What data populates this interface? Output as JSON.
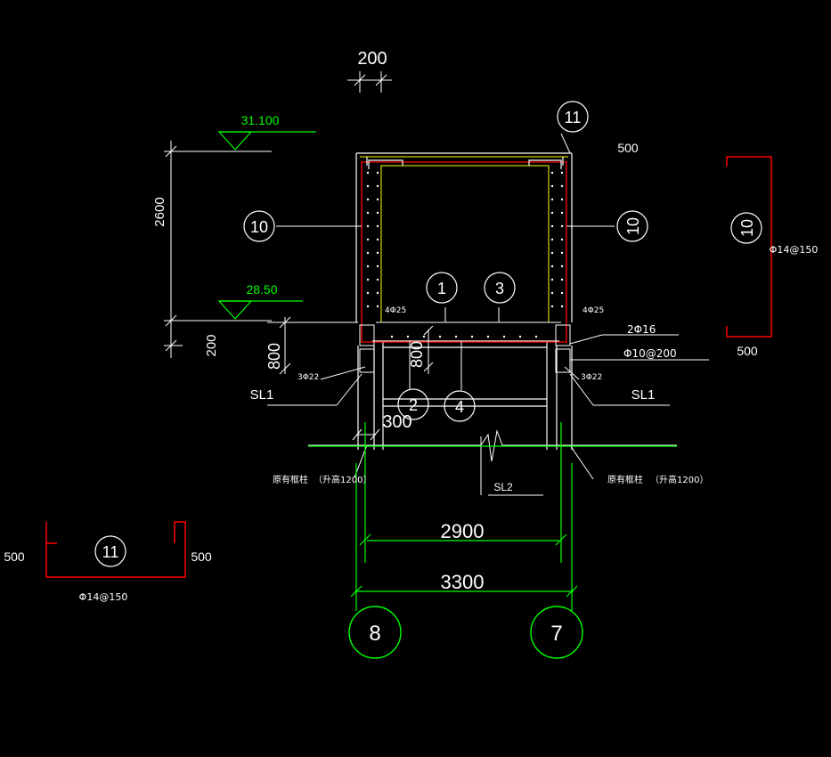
{
  "colors": {
    "background": "#000000",
    "line": "#ffffff",
    "rebar": "#ff0000",
    "dimension": "#00ff00",
    "section": "#ffff00",
    "elevation": "#00ff00"
  },
  "dims": {
    "top_200": "200",
    "v_2600": "2600",
    "v_200": "200",
    "v_800_left": "800",
    "v_800_mid": "800",
    "h_300": "300",
    "h_2900": "2900",
    "h_3300": "3300",
    "r_500_top": "500",
    "r_500_bottom": "500",
    "l_500_left": "500",
    "l_500_right": "500"
  },
  "elevations": {
    "top": "31.100",
    "mid": "28.50"
  },
  "bubbles": {
    "b10_left": "10",
    "b10_right": "10",
    "b10_detail": "10",
    "b11_top": "11",
    "b11_detail": "11",
    "b1": "1",
    "b2": "2",
    "b3": "3",
    "b4": "4"
  },
  "axes": {
    "left": "8",
    "right": "7"
  },
  "rebar": {
    "left_top": "4Φ25",
    "right_top": "4Φ25",
    "two_phi16": "2Φ16",
    "stirrup": "Φ10@200",
    "left_bottom": "3Φ22",
    "right_bottom": "3Φ22",
    "detail10_spec": "Φ14@150",
    "detail11_spec": "Φ14@150"
  },
  "labels": {
    "sl1_left": "SL1",
    "sl1_right": "SL1",
    "sl2": "SL2",
    "col_left": "原有框柱",
    "col_left_note": "（升高1200）",
    "col_right": "原有框柱",
    "col_right_note": "（升高1200）"
  }
}
